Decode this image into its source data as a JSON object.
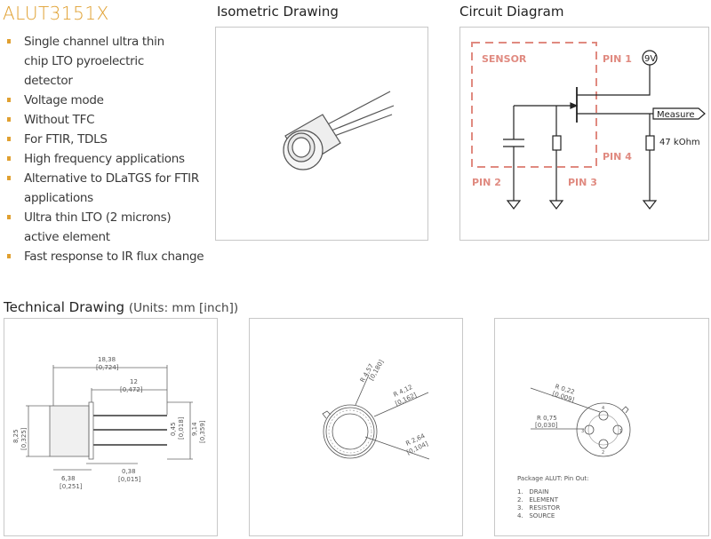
{
  "title": "ALUT3151X",
  "features": [
    "Single channel ultra thin chip LTO pyroelectric detector",
    "Voltage mode",
    "Without TFC",
    "For FTIR, TDLS",
    "High frequency applications",
    "Alternative to DLaTGS for FTIR applications",
    "Ultra thin LTO (2 microns) active element",
    "Fast response to IR flux change"
  ],
  "isometric": {
    "heading": "Isometric Drawing"
  },
  "circuit": {
    "heading": "Circuit Diagram",
    "sensor": "SENSOR",
    "pin1": "PIN 1",
    "pin2": "PIN 2",
    "pin3": "PIN 3",
    "pin4": "PIN 4",
    "supply": "9V",
    "measure": "Measure",
    "resistor": "47 kOhm",
    "accent": "#e08a80"
  },
  "technical": {
    "heading": "Technical Drawing",
    "units": "(Units: mm [inch])",
    "side": {
      "d1": "18,38",
      "d1i": "[0,724]",
      "d2": "12",
      "d2i": "[0,472]",
      "d3": "8,25",
      "d3i": "[0,325]",
      "d4": "0,45",
      "d4i": "[0,018]",
      "d5": "9,14",
      "d5i": "[0,359]",
      "d6": "0,38",
      "d6i": "[0,015]",
      "d7": "6,38",
      "d7i": "[0,251]"
    },
    "front": {
      "r1": "R 4,57",
      "r1i": "[0,180]",
      "r2": "R 4,12",
      "r2i": "[0,162]",
      "r3": "R 2,64",
      "r3i": "[0,104]"
    },
    "bottom": {
      "r1": "R 0,22",
      "r1i": "[0,009]",
      "r2": "R 0,75",
      "r2i": "[0,030]",
      "pins": [
        "1",
        "2",
        "3",
        "4"
      ],
      "caption": "Package ALUT: Pin Out:",
      "pinout": [
        "1.   DRAIN",
        "2.   ELEMENT",
        "3.   RESISTOR",
        "4.   SOURCE"
      ]
    }
  }
}
